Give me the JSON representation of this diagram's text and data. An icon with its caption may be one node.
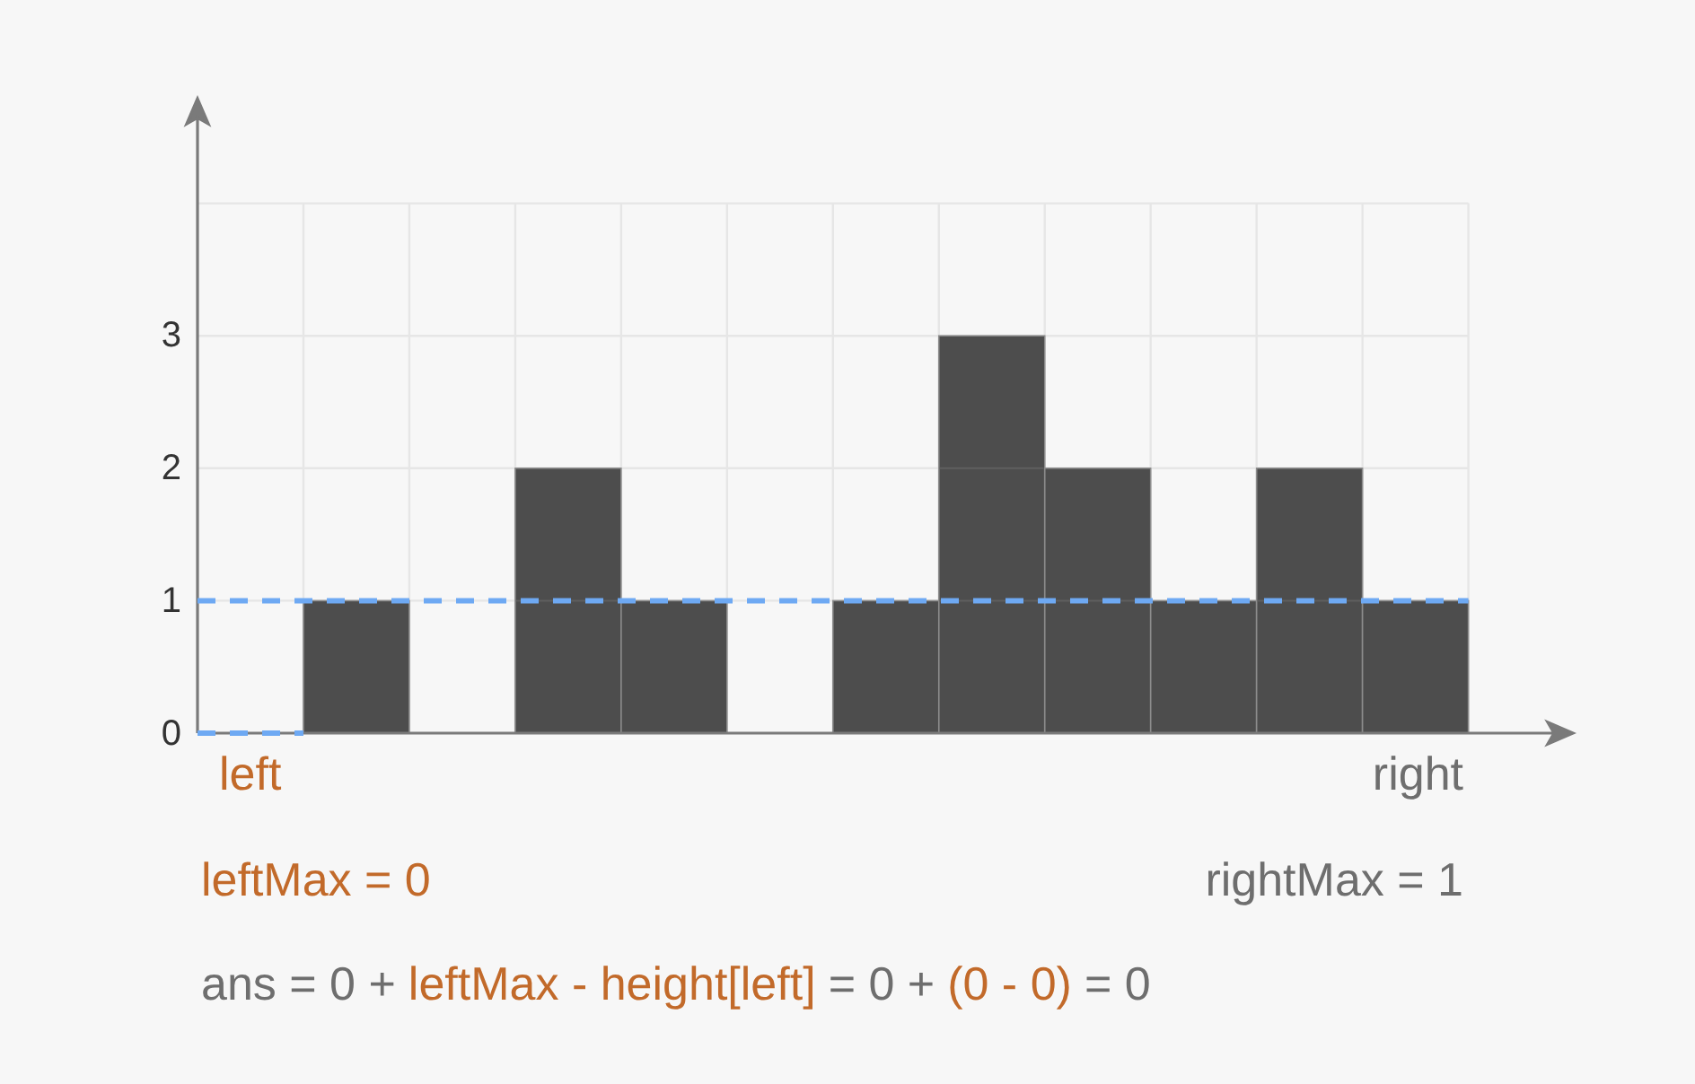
{
  "diagram": {
    "labels": [
      "left",
      "right",
      "leftMax = 0",
      "rightMax = 1",
      "ans = 0 +",
      "leftMax - height[left]",
      "= 0 +",
      "(0 - 0)",
      "= 0"
    ],
    "chart_data": {
      "type": "bar",
      "values": [
        0,
        1,
        0,
        2,
        1,
        0,
        1,
        3,
        2,
        1,
        2,
        1
      ],
      "ylim": [
        0,
        4
      ],
      "yticks": [
        0,
        1,
        2,
        3
      ],
      "grid": true,
      "ref_lines": [
        {
          "axis": "y",
          "value": 1,
          "color": "#6ea9f3"
        },
        {
          "axis": "y",
          "value": 0,
          "color": "#6ea9f3"
        }
      ]
    }
  }
}
